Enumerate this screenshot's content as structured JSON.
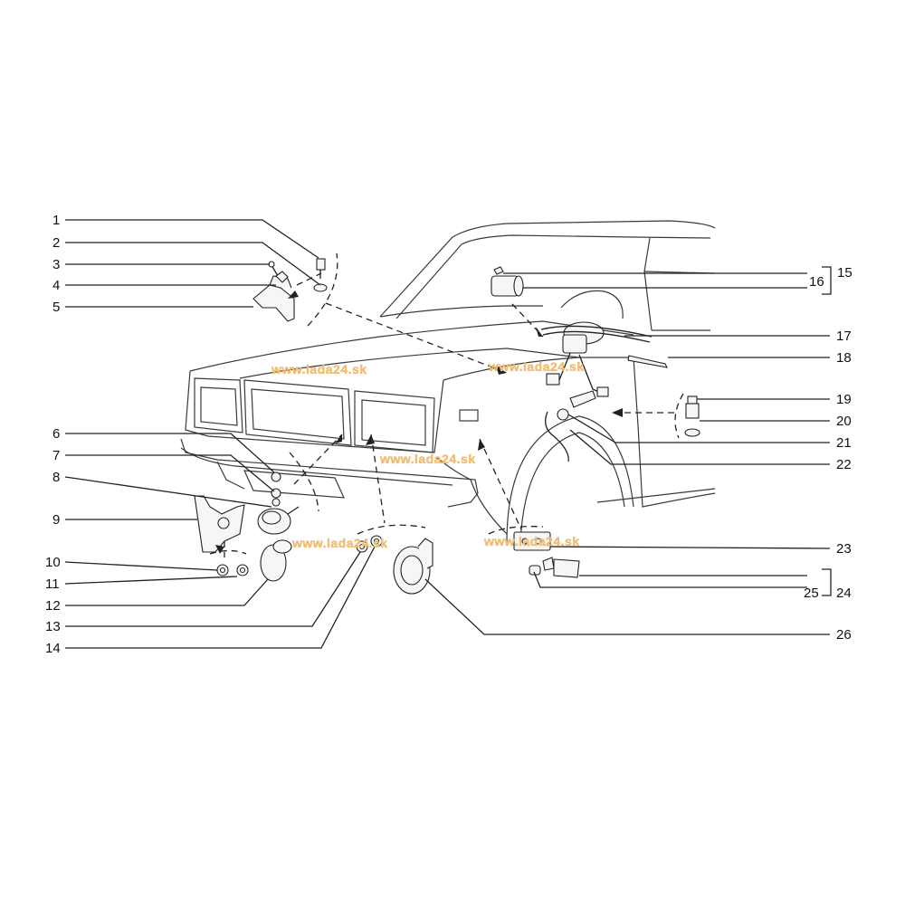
{
  "watermark": "www.lada24.sk",
  "labels": {
    "l1": "1",
    "l2": "2",
    "l3": "3",
    "l4": "4",
    "l5": "5",
    "l6": "6",
    "l7": "7",
    "l8": "8",
    "l9": "9",
    "l10": "10",
    "l11": "11",
    "l12": "12",
    "l13": "13",
    "l14": "14",
    "l15": "15",
    "l16": "16",
    "l17": "17",
    "l18": "18",
    "l19": "19",
    "l20": "20",
    "l21": "21",
    "l22": "22",
    "l23": "23",
    "l24": "24",
    "l25": "25",
    "l26": "26"
  },
  "colors": {
    "watermark": "#f1c27d",
    "line": "#222222"
  }
}
